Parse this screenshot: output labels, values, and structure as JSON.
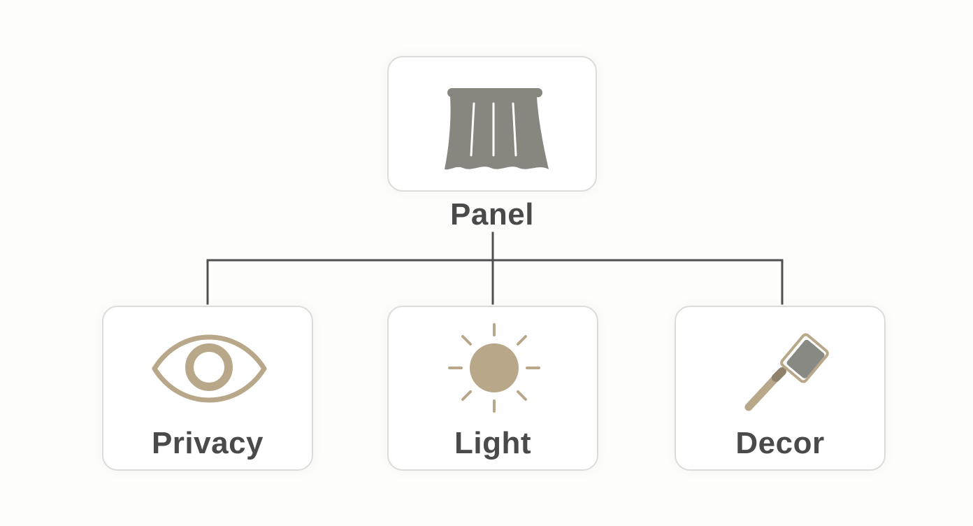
{
  "root": {
    "label": "Panel",
    "icon": "curtain-icon"
  },
  "children": [
    {
      "label": "Privacy",
      "icon": "eye-icon"
    },
    {
      "label": "Light",
      "icon": "sun-icon"
    },
    {
      "label": "Decor",
      "icon": "hammer-icon"
    }
  ],
  "colors": {
    "connector": "#4f4f4f",
    "curtain": "#878780",
    "accent_tan": "#b9a78a",
    "hammer_head": "#898984",
    "card_border": "#dcdcd8",
    "label_text": "#4a4a4a"
  }
}
